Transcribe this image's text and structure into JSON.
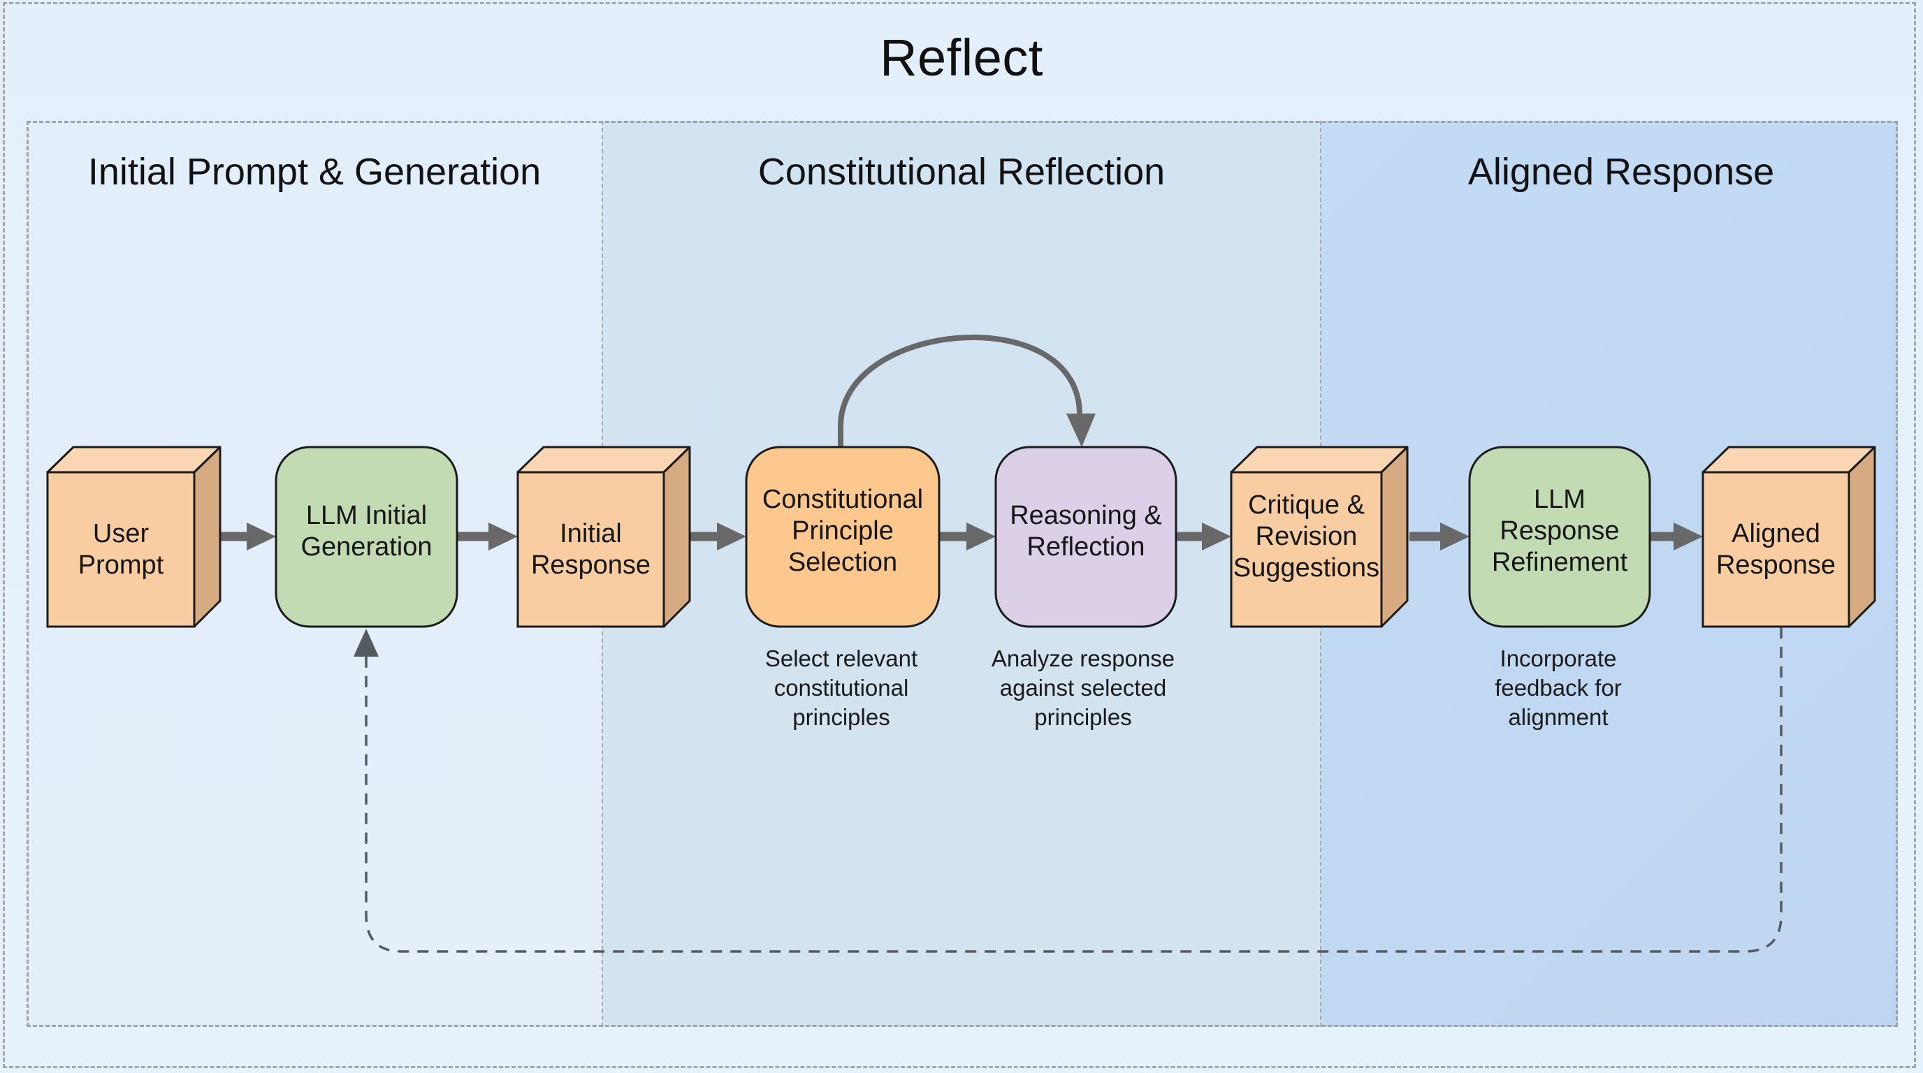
{
  "title": "Reflect",
  "panels": [
    {
      "title": "Initial Prompt & Generation",
      "color": "#e2eef9"
    },
    {
      "title": "Constitutional Reflection",
      "color": "#d3e3f1"
    },
    {
      "title": "Aligned Response",
      "color": "#c2daf3"
    }
  ],
  "colors": {
    "cube_front": "#f9cda2",
    "cube_top": "#fbd6b2",
    "cube_side": "#d7ab82",
    "green_node": "#c2dbb3",
    "orange_node": "#fdc88e",
    "purple_node": "#dcd0e8",
    "arrow": "#686868",
    "outline": "#1b1b1b"
  },
  "nodes": [
    {
      "id": "user-prompt",
      "shape": "cube",
      "label": "User\nPrompt"
    },
    {
      "id": "llm-initial-generation",
      "shape": "rounded",
      "color": "green",
      "label": "LLM Initial\nGeneration"
    },
    {
      "id": "initial-response",
      "shape": "cube",
      "label": "Initial\nResponse"
    },
    {
      "id": "constitutional-principle-selection",
      "shape": "rounded",
      "color": "orange",
      "label": "Constitutional\nPrinciple\nSelection",
      "caption": "Select relevant\nconstitutional\nprinciples"
    },
    {
      "id": "reasoning-reflection",
      "shape": "rounded",
      "color": "purple",
      "label": "Reasoning &\nReflection",
      "caption": "Analyze response\nagainst selected\nprinciples"
    },
    {
      "id": "critique-revision-suggestions",
      "shape": "cube",
      "label": "Critique &\nRevision\nSuggestions"
    },
    {
      "id": "llm-response-refinement",
      "shape": "rounded",
      "color": "green",
      "label": "LLM\nResponse\nRefinement",
      "caption": "Incorporate\nfeedback for\nalignment"
    },
    {
      "id": "aligned-response",
      "shape": "cube",
      "label": "Aligned\nResponse"
    }
  ],
  "edges": [
    {
      "from": "user-prompt",
      "to": "llm-initial-generation",
      "style": "solid"
    },
    {
      "from": "llm-initial-generation",
      "to": "initial-response",
      "style": "solid"
    },
    {
      "from": "initial-response",
      "to": "constitutional-principle-selection",
      "style": "solid"
    },
    {
      "from": "constitutional-principle-selection",
      "to": "reasoning-reflection",
      "style": "solid"
    },
    {
      "from": "constitutional-principle-selection",
      "to": "reasoning-reflection",
      "style": "curved-over"
    },
    {
      "from": "reasoning-reflection",
      "to": "critique-revision-suggestions",
      "style": "solid"
    },
    {
      "from": "critique-revision-suggestions",
      "to": "llm-response-refinement",
      "style": "solid"
    },
    {
      "from": "llm-response-refinement",
      "to": "aligned-response",
      "style": "solid"
    },
    {
      "from": "aligned-response",
      "to": "llm-initial-generation",
      "style": "dashed-feedback"
    }
  ]
}
